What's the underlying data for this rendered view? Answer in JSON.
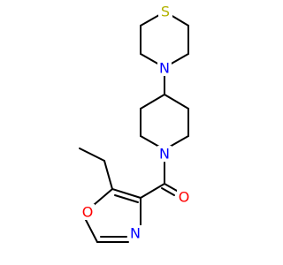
{
  "molecule": {
    "atoms": {
      "s_thiomorpholine": {
        "label": "S",
        "color": "#b2b200"
      },
      "n_thiomorpholine": {
        "label": "N",
        "color": "#0000ff"
      },
      "n_piperidine": {
        "label": "N",
        "color": "#0000ff"
      },
      "o_carbonyl": {
        "label": "O",
        "color": "#ff0000"
      },
      "o_oxazole": {
        "label": "O",
        "color": "#ff0000"
      },
      "n_oxazole": {
        "label": "N",
        "color": "#0000ff"
      }
    },
    "bond_color": "#000000"
  }
}
